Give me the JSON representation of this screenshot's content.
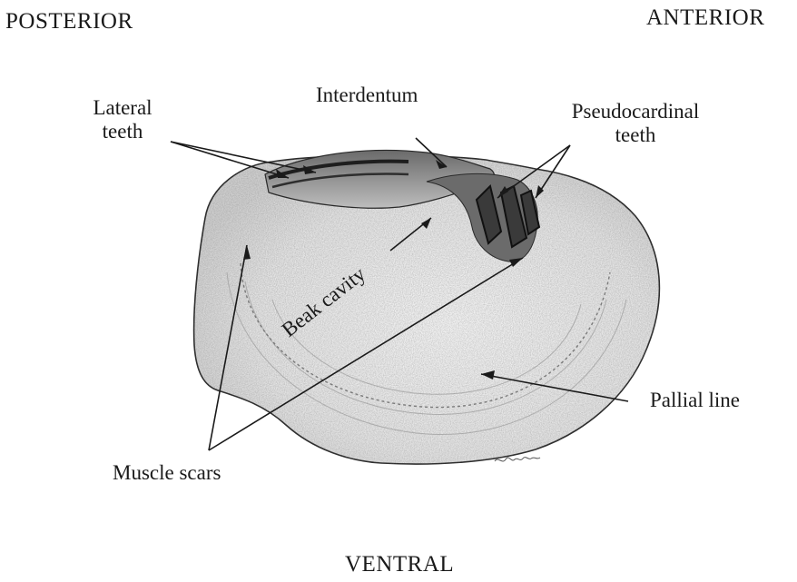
{
  "orientation": {
    "posterior": "POSTERIOR",
    "anterior": "ANTERIOR",
    "ventral": "VENTRAL"
  },
  "labels": {
    "lateral_teeth_line1": "Lateral",
    "lateral_teeth_line2": "teeth",
    "interdentum": "Interdentum",
    "pseudocardinal_line1": "Pseudocardinal",
    "pseudocardinal_line2": "teeth",
    "beak_cavity": "Beak cavity",
    "pallial_line": "Pallial line",
    "muscle_scars": "Muscle scars"
  },
  "colors": {
    "ink": "#1a1a1a",
    "shell_fill": "#ececec",
    "shell_shade": "#cfcfcf",
    "dark_shade": "#5a5a5a"
  }
}
